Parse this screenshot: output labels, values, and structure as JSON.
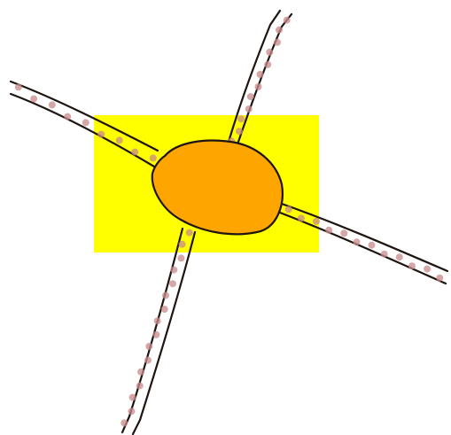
{
  "colors": {
    "background": "#ffffff",
    "highlight_rect": "#ffff00",
    "center_blob": "#ffa500",
    "road_edge": "#1e1410",
    "road_dots": "#c88a8a"
  },
  "roads": [
    {
      "id": "north",
      "dots": 12
    },
    {
      "id": "west",
      "dots": 9
    },
    {
      "id": "east",
      "dots": 12
    },
    {
      "id": "south",
      "dots": 16
    }
  ]
}
